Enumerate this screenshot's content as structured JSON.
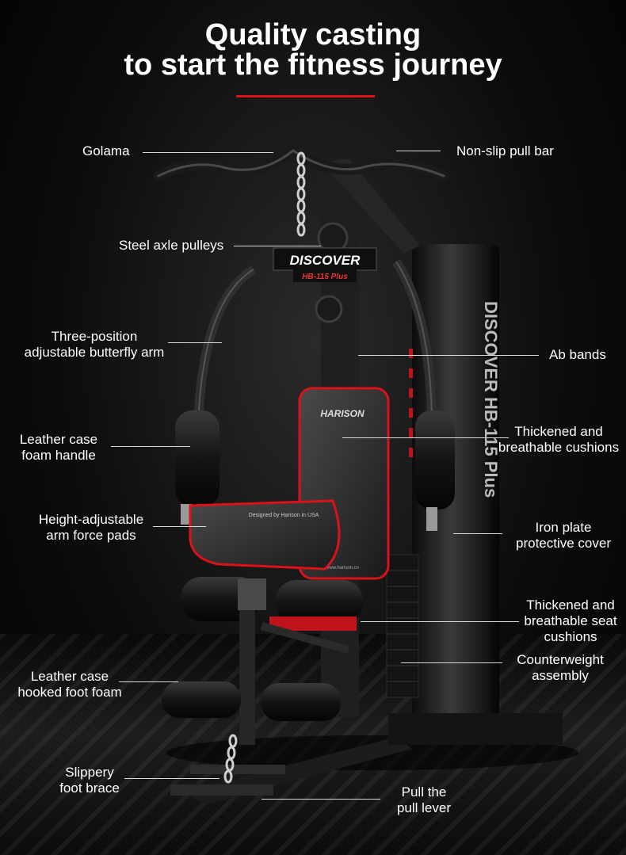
{
  "header": {
    "title_line1": "Quality casting",
    "title_line2": "to start the fitness journey"
  },
  "machine": {
    "brand_plate": "DISCOVER",
    "model_plate": "HB-115 Plus",
    "column_text": "DISCOVER HB-115 Plus",
    "backrest_brand": "HARISON",
    "seat_text": "Designed by Harison in USA",
    "seat_url": "www.harison.cn"
  },
  "labels": {
    "golama": "Golama",
    "non_slip_pull_bar": "Non-slip pull bar",
    "steel_axle_pulleys": "Steel axle pulleys",
    "butterfly_arm_1": "Three-position",
    "butterfly_arm_2": "adjustable butterfly arm",
    "ab_bands": "Ab bands",
    "foam_handle_1": "Leather case",
    "foam_handle_2": "foam handle",
    "cushions_1": "Thickened and",
    "cushions_2": "breathable cushions",
    "arm_pads_1": "Height-adjustable",
    "arm_pads_2": "arm force pads",
    "iron_cover_1": "Iron plate",
    "iron_cover_2": "protective cover",
    "seat_cushions_1": "Thickened and",
    "seat_cushions_2": "breathable seat",
    "seat_cushions_3": "cushions",
    "counterweight_1": "Counterweight",
    "counterweight_2": "assembly",
    "foot_foam_1": "Leather case",
    "foot_foam_2": "hooked foot foam",
    "foot_brace_1": "Slippery",
    "foot_brace_2": "foot brace",
    "pull_lever_1": "Pull the",
    "pull_lever_2": "pull lever"
  },
  "colors": {
    "accent_red": "#d9121b",
    "frame": "#2b2b2b",
    "leader": "#d8d8d8"
  }
}
